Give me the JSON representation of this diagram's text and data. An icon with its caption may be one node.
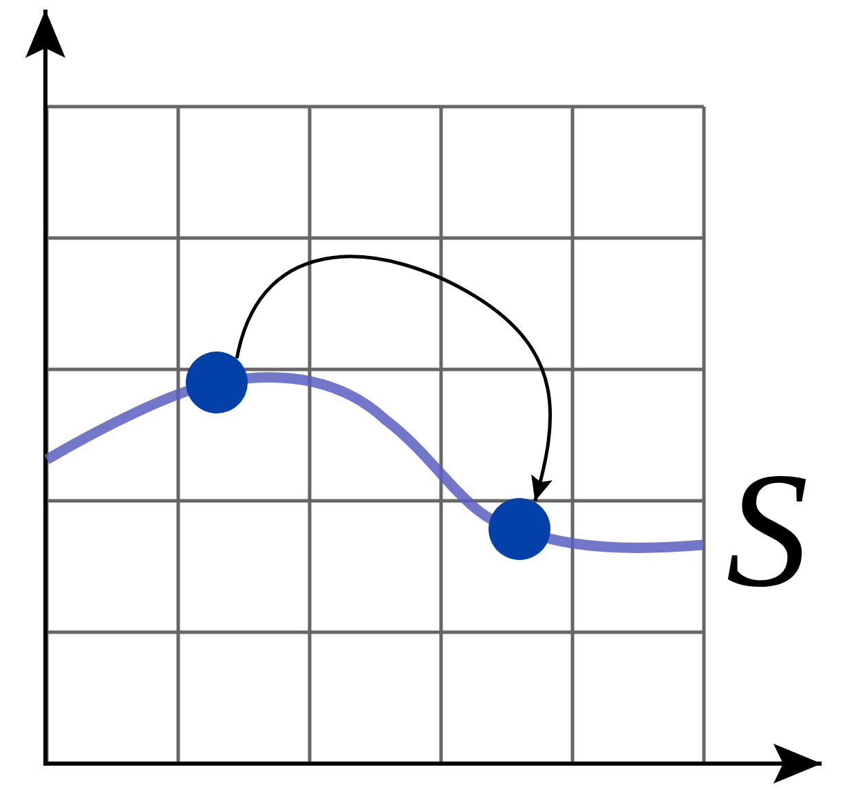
{
  "diagram": {
    "nodes": [
      {
        "text": [],
        "shape": "circle"
      },
      {
        "text": [],
        "shape": "circle"
      }
    ],
    "edges": [
      {
        "from": 0,
        "to": 1,
        "arrow": "to"
      }
    ],
    "labels": [
      "S"
    ]
  }
}
